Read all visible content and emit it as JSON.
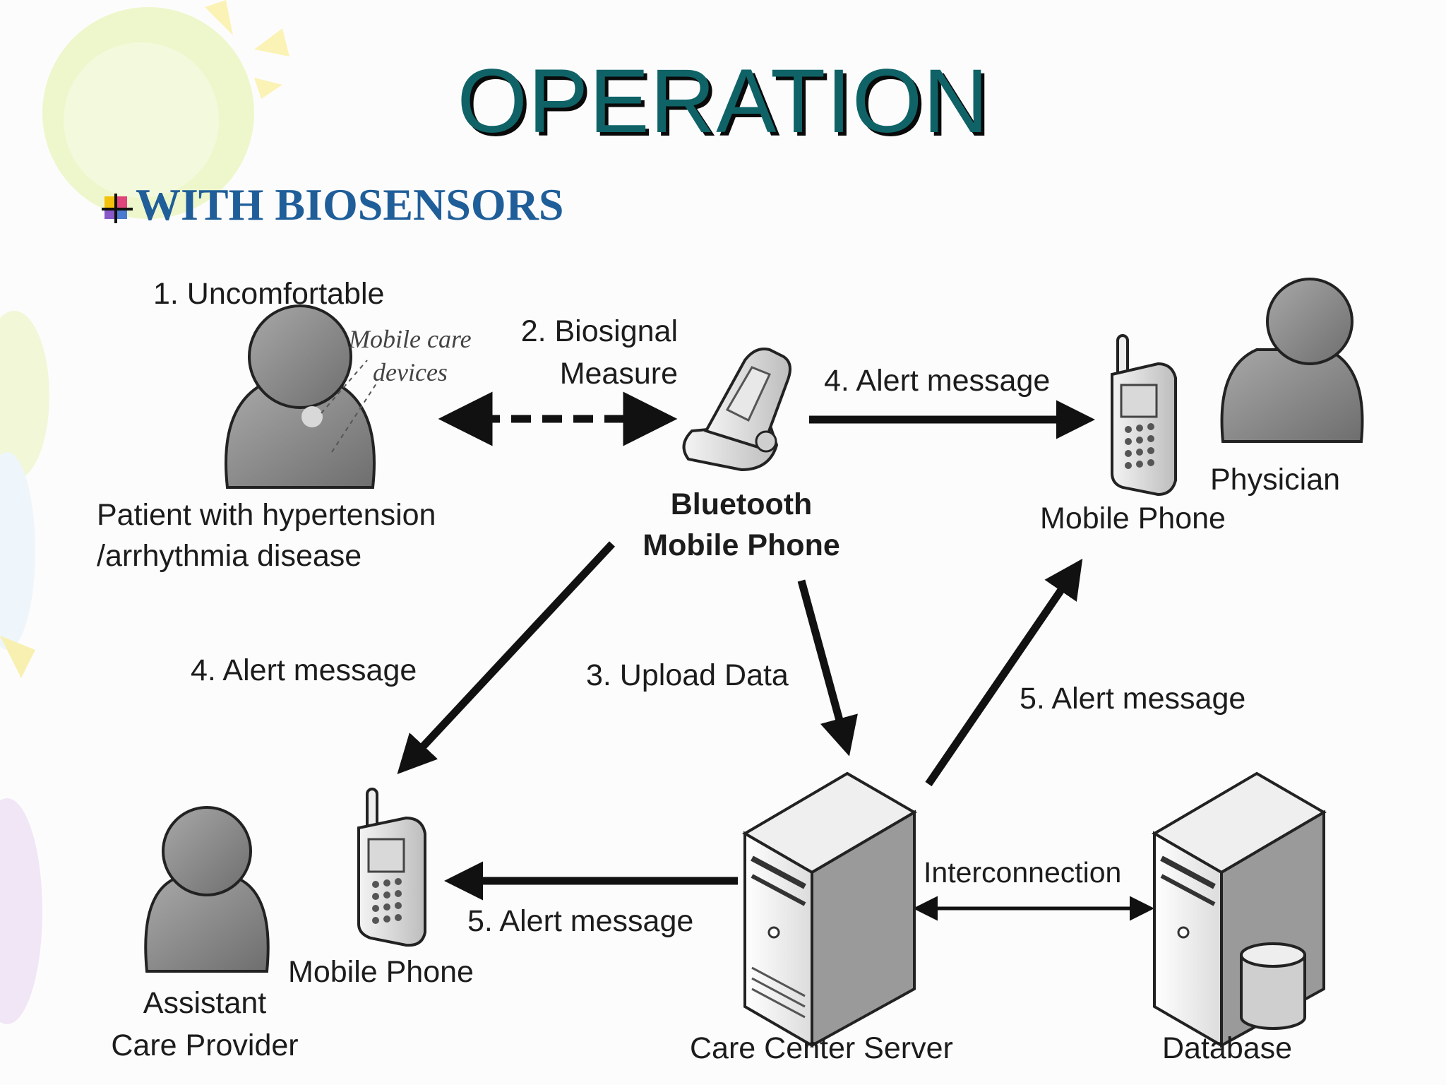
{
  "slide": {
    "title": "OPERATION",
    "bullet_text": "WITH BIOSENSORS"
  },
  "diagram": {
    "patient": {
      "step": "1. Uncomfortable",
      "devices_line1": "Mobile care",
      "devices_line2": "devices",
      "caption_line1": "Patient with hypertension",
      "caption_line2": "/arrhythmia disease"
    },
    "biosignal": {
      "line1": "2. Biosignal",
      "line2": "Measure"
    },
    "bluetooth_phone": {
      "line1": "Bluetooth",
      "line2": "Mobile Phone"
    },
    "alert_to_physician": "4. Alert message",
    "physician": {
      "label": "Physician",
      "phone_label": "Mobile Phone"
    },
    "alert_to_assistant": "4. Alert message",
    "upload": "3. Upload Data",
    "server_alert_to_physician": "5. Alert message",
    "assistant": {
      "phone_label": "Mobile Phone",
      "line1": "Assistant",
      "line2": "Care Provider"
    },
    "server_alert_to_assistant": "5. Alert message",
    "interconnection": "Interconnection",
    "server": "Care Center Server",
    "database": "Database"
  },
  "colors": {
    "title": "#0f6367",
    "subtitle": "#1f5e99",
    "ink": "#111111",
    "person_gray": "#8a8a8a"
  }
}
